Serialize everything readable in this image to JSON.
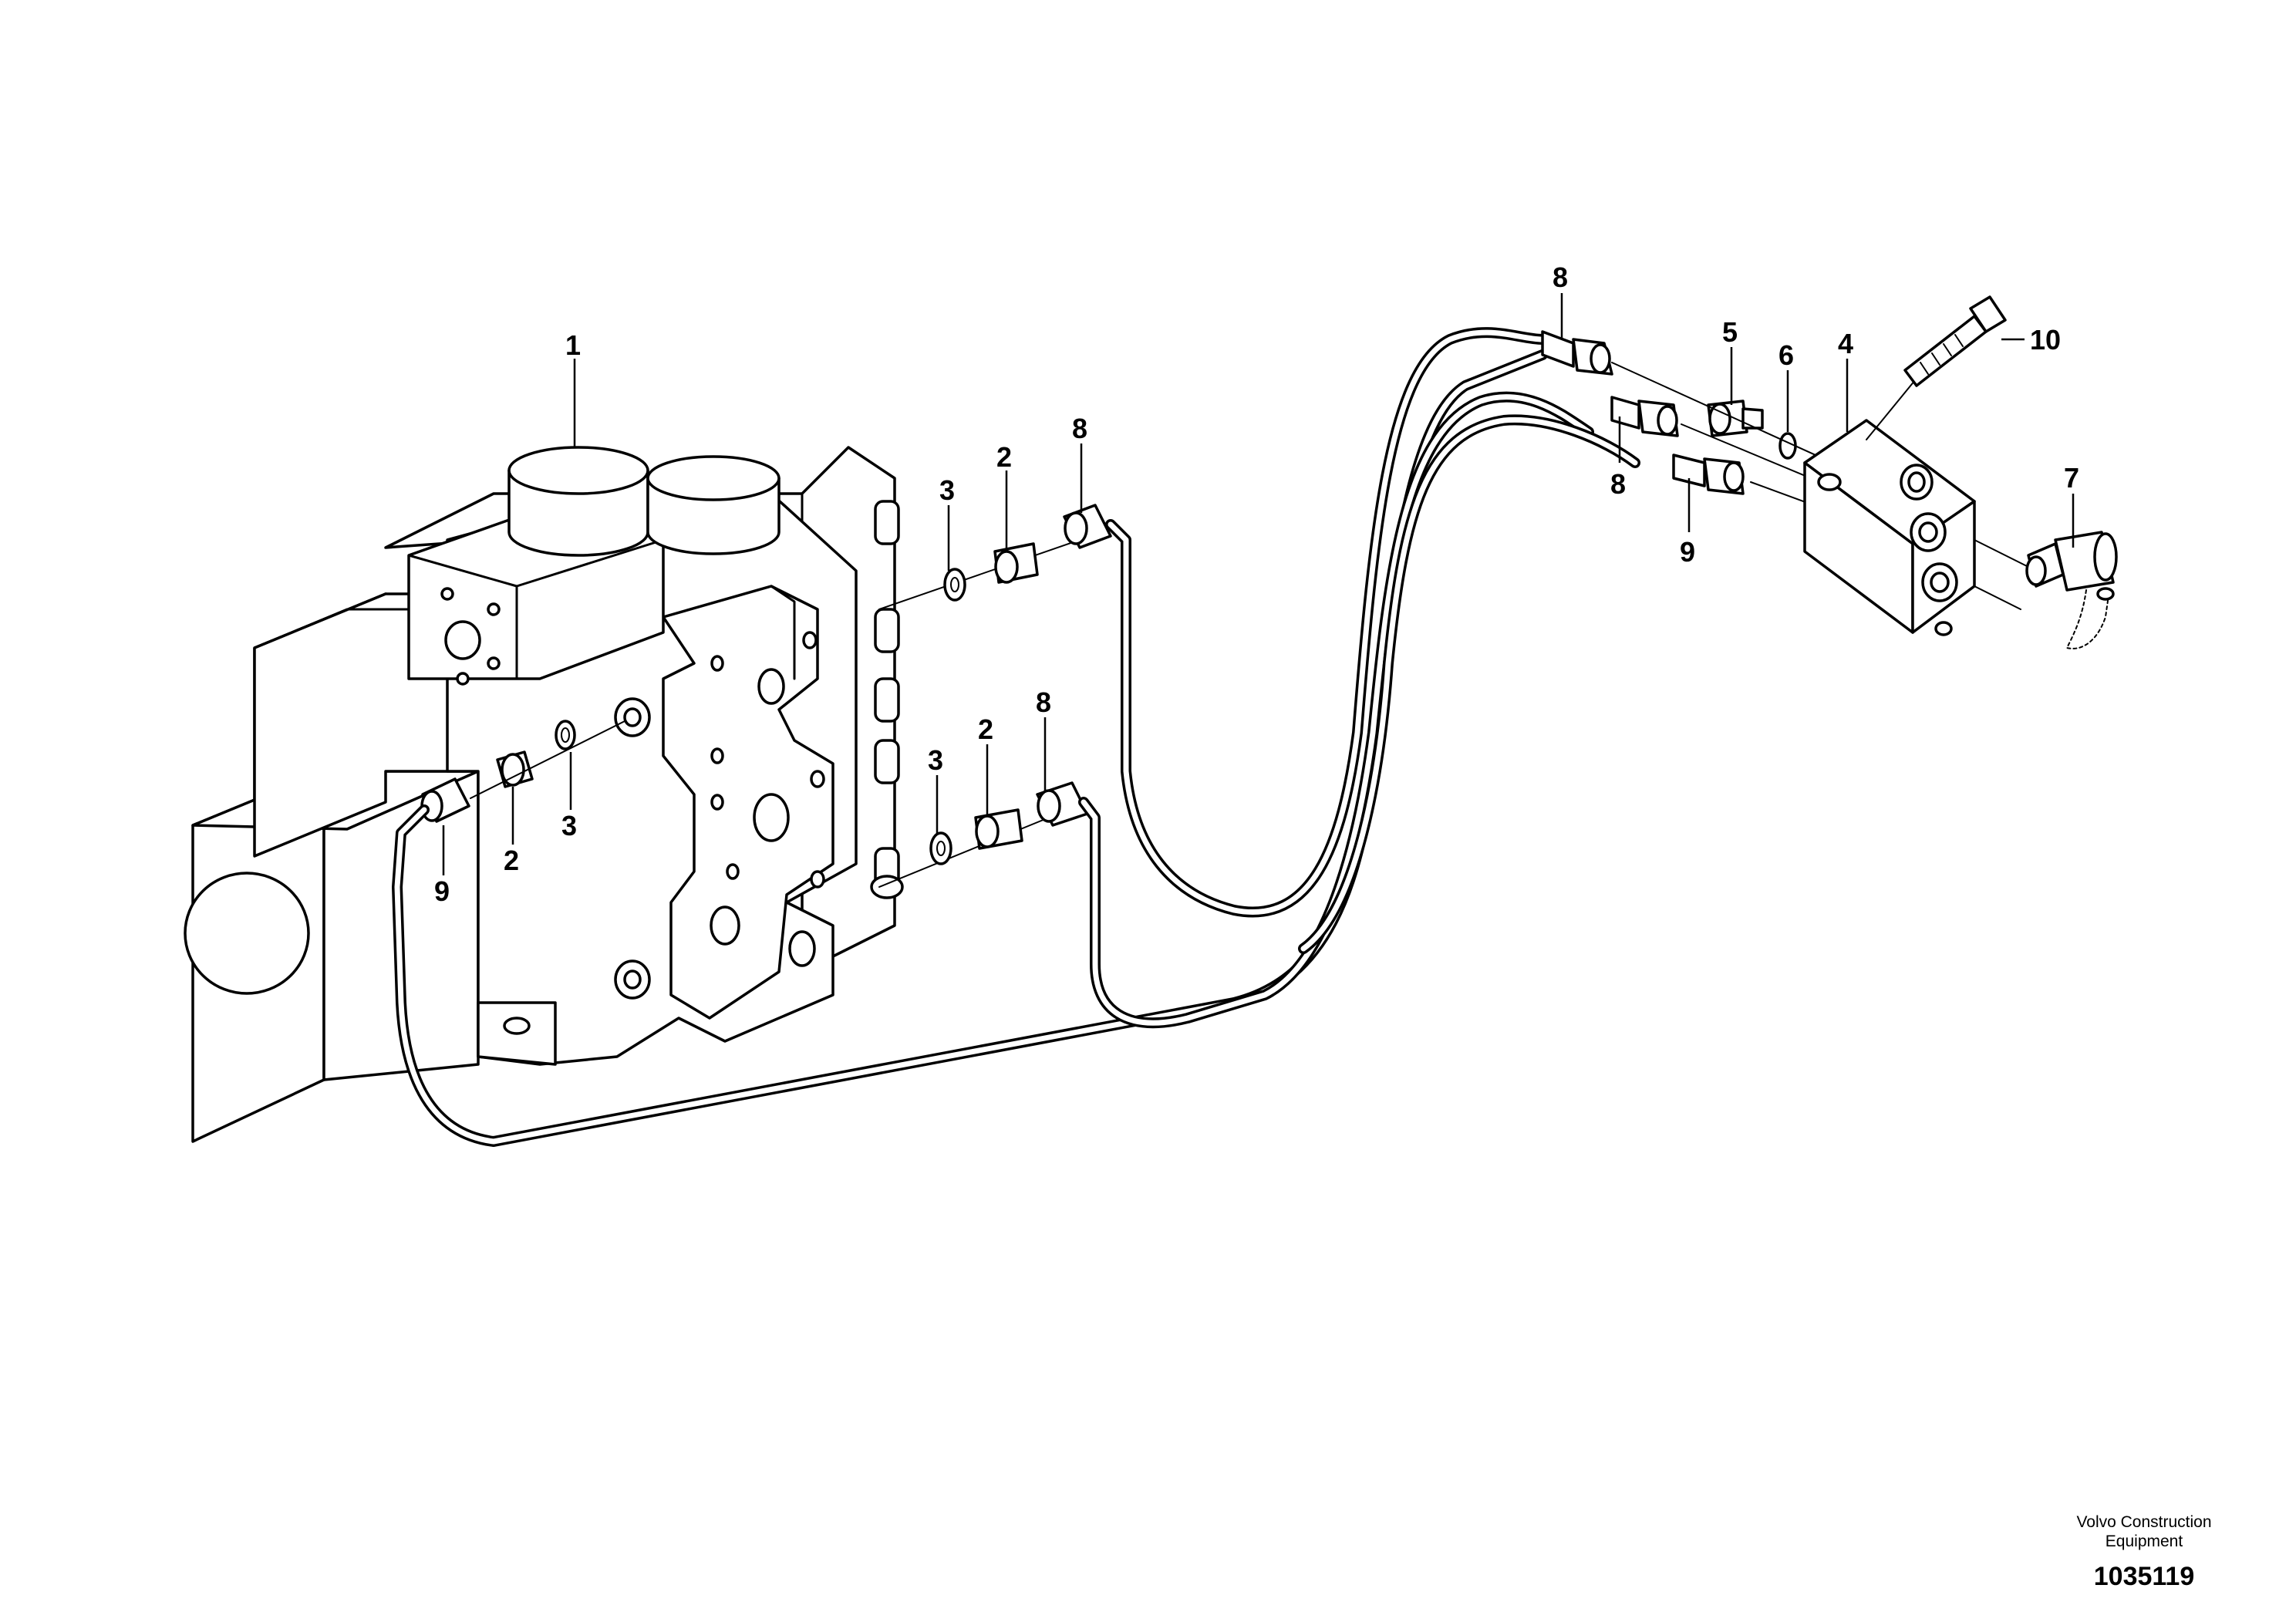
{
  "callouts": {
    "c1": "1",
    "c2a": "2",
    "c2b": "2",
    "c2c": "2",
    "c3a": "3",
    "c3b": "3",
    "c3c": "3",
    "c4": "4",
    "c5": "5",
    "c6": "6",
    "c7": "7",
    "c8a": "8",
    "c8b": "8",
    "c8c": "8",
    "c8d": "8",
    "c9a": "9",
    "c9b": "9",
    "c10": "10"
  },
  "footer": {
    "company_line1": "Volvo Construction",
    "company_line2": "Equipment",
    "drawing_number": "1035119"
  }
}
